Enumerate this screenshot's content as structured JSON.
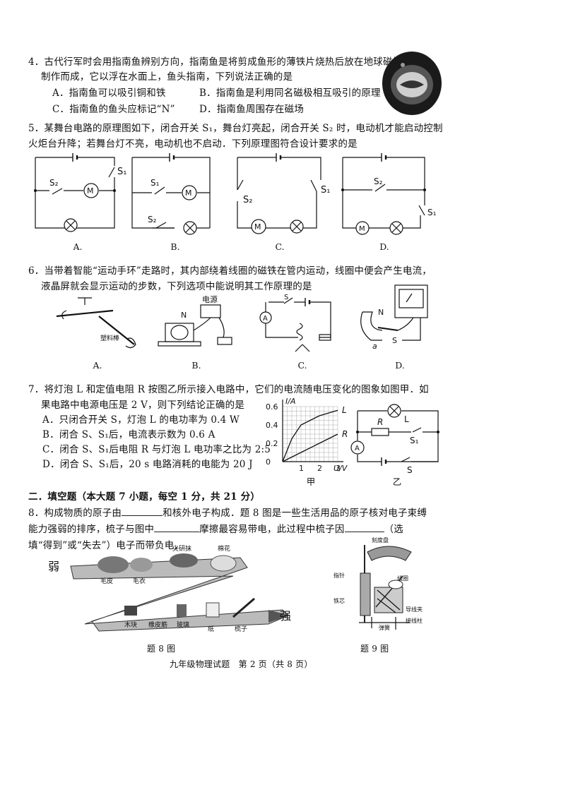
{
  "q4": {
    "stem1": "4．古代行军时会用指南鱼辨别方向，指南鱼是将剪成鱼形的薄铁片烧热后放在地球磁场中磁化",
    "stem2": "制作而成，它以浮在水面上，鱼头指南，下列说法正确的是",
    "A": "A．指南鱼可以吸引铜和铁",
    "B": "B．指南鱼是利用同名磁极相互吸引的原理",
    "C": "C．指南鱼的鱼头应标记“N”",
    "D": "D．指南鱼周围存在磁场"
  },
  "q5": {
    "stem1": "5．某舞台电路的原理图如下，闭合开关 S₁，舞台灯亮起，闭合开关 S₂ 时，电动机才能启动控制",
    "stem2": "火炬台升降；若舞台灯不亮，电动机也不启动．下列原理图符合设计要求的是",
    "labels": [
      "A.",
      "B.",
      "C.",
      "D."
    ],
    "s1": "S₁",
    "s2": "S₂",
    "motor": "M"
  },
  "q6": {
    "stem1": "6．当带着智能“运动手环”走路时，其内部绕着线圈的磁铁在管内运动，线圈中便会产生电流，",
    "stem2": "液晶屏就会显示运动的步数，下列选项中能说明其工作原理的是",
    "labels": [
      "A.",
      "B.",
      "C.",
      "D."
    ],
    "a_text": "塑料棒",
    "b_text": "电源",
    "b_n": "N",
    "c_s": "S",
    "c_a": "A",
    "d_n": "N",
    "d_s": "S",
    "d_a": "a"
  },
  "q7": {
    "stem1": "7．将灯泡 L 和定值电阻 R 按图乙所示接入电路中，它们的电流随电压变化的图象如图甲．如",
    "stem2": "果电路中电源电压是 2 V，则下列结论正确的是",
    "A": "A．只闭合开关 S，灯泡 L 的电功率为 0.4 W",
    "B": "B．闭合 S、S₁后，电流表示数为 0.6 A",
    "C": "C．闭合 S、S₁后电阻 R 与灯泡 L 电功率之比为 2:5",
    "D": "D．闭合 S、S₁后，20 s 电路消耗的电能为 20 J",
    "graph_label": "甲",
    "circuit_label": "乙",
    "circuit": {
      "L": "L",
      "R": "R",
      "S1": "S₁",
      "S": "S",
      "A": "A"
    }
  },
  "chart_data": {
    "type": "line",
    "title": "",
    "xlabel": "U/V",
    "ylabel": "I/A",
    "xlim": [
      0,
      3
    ],
    "ylim": [
      0,
      0.6
    ],
    "x_ticks": [
      "1",
      "2",
      "3"
    ],
    "y_ticks": [
      "0",
      "0.2",
      "0.4",
      "0.6"
    ],
    "grid": true,
    "series": [
      {
        "name": "L",
        "x": [
          0,
          0.5,
          1,
          2,
          3
        ],
        "y": [
          0,
          0.25,
          0.4,
          0.5,
          0.56
        ]
      },
      {
        "name": "R",
        "x": [
          0,
          1,
          2,
          3
        ],
        "y": [
          0,
          0.1,
          0.2,
          0.3
        ]
      }
    ]
  },
  "section2": {
    "heading": "二．填空题（本大题 7 小题，每空 1 分，共 21 分）"
  },
  "q8": {
    "l1a": "8．构成物质的原子由",
    "l1b": "和核外电子构成．题 8 图是一些生活用品的原子核对电子束缚",
    "l2a": "能力强弱的排序，梳子与图中",
    "l2b": "摩擦最容易带电，此过程中梳子因",
    "l2c": "（选",
    "l3": "填“得到”或“失去”）电子而带负电．",
    "weak": "弱",
    "strong": "强",
    "items_top": [
      "毛皮",
      "毛衣",
      "尖研抹",
      "棉花"
    ],
    "items_bottom": [
      "木块",
      "橡皮筋",
      "玻璃",
      "纸",
      "梳子"
    ],
    "caption": "题 8 图"
  },
  "q9": {
    "caption": "题 9 图",
    "labels": [
      "刻度盘",
      "指针",
      "线圈",
      "铁芯",
      "弹簧",
      "导线夹",
      "接线柱"
    ]
  },
  "footer": "九年级物理试题　第 2 页（共 8 页）"
}
